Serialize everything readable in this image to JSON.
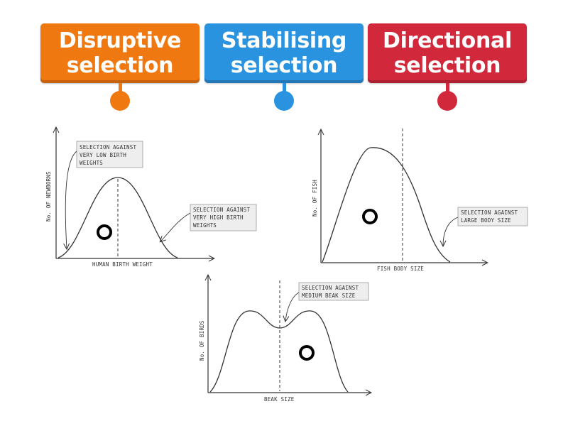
{
  "tiles": [
    {
      "line1": "Disruptive",
      "line2": "selection",
      "color": "#f07810"
    },
    {
      "line1": "Stabilising",
      "line2": "selection",
      "color": "#2a93e0"
    },
    {
      "line1": "Directional",
      "line2": "selection",
      "color": "#d2283c"
    }
  ],
  "graph_stabilising": {
    "ylabel": "No. OF NEWBORNS",
    "xlabel": "HUMAN BIRTH WEIGHT",
    "note_low": [
      "SELECTION AGAINST",
      "VERY LOW BIRTH",
      "WEIGHTS"
    ],
    "note_high": [
      "SELECTION AGAINST",
      "VERY HIGH BIRTH",
      "WEIGHTS"
    ]
  },
  "graph_directional": {
    "ylabel": "No. OF FISH",
    "xlabel": "FISH BODY SIZE",
    "note": [
      "SELECTION AGAINST",
      "LARGE BODY SIZE"
    ]
  },
  "graph_disruptive": {
    "ylabel": "No. OF BIRDS",
    "xlabel": "BEAK SIZE",
    "note": [
      "SELECTION AGAINST",
      "MEDIUM BEAK SIZE"
    ]
  }
}
